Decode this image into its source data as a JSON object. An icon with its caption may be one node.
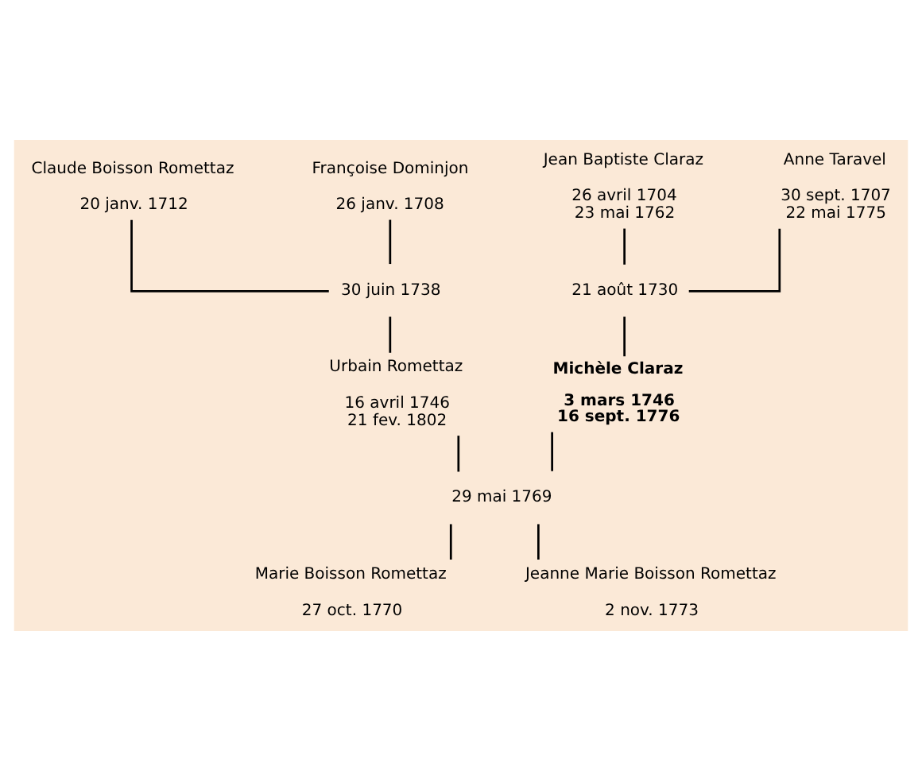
{
  "diagram": {
    "nodes": [
      {
        "text": [
          "Claude Boisson Romettaz",
          "20 janv. 1712"
        ]
      },
      {
        "text": [
          "Françoise Dominjon",
          "26 janv. 1708"
        ]
      },
      {
        "text": [
          "Jean Baptiste Claraz",
          "26 avril 1704",
          "23 mai 1762"
        ]
      },
      {
        "text": [
          "Anne Taravel",
          "30 sept. 1707",
          "22 mai 1775"
        ]
      },
      {
        "text": [
          "30 juin 1738"
        ]
      },
      {
        "text": [
          "21 août 1730"
        ]
      },
      {
        "text": [
          "Urbain Romettaz",
          "16 avril 1746",
          "21 fev. 1802"
        ]
      },
      {
        "text": [
          "Michèle Claraz",
          "3 mars 1746",
          "16 sept. 1776"
        ]
      },
      {
        "text": [
          "29 mai 1769"
        ]
      },
      {
        "text": [
          "Marie Boisson Romettaz",
          "27 oct. 1770"
        ]
      },
      {
        "text": [
          "Jeanne Marie Boisson Romettaz",
          "2 nov. 1773"
        ]
      }
    ],
    "edges": [
      {
        "from": 0,
        "to": 4,
        "arrow": "none"
      },
      {
        "from": 1,
        "to": 4,
        "arrow": "none"
      },
      {
        "from": 4,
        "to": 6,
        "arrow": "none"
      },
      {
        "from": 2,
        "to": 5,
        "arrow": "none"
      },
      {
        "from": 3,
        "to": 5,
        "arrow": "none"
      },
      {
        "from": 5,
        "to": 7,
        "arrow": "none"
      },
      {
        "from": 6,
        "to": 8,
        "arrow": "none"
      },
      {
        "from": 7,
        "to": 8,
        "arrow": "none"
      },
      {
        "from": 8,
        "to": 9,
        "arrow": "none"
      },
      {
        "from": 8,
        "to": 10,
        "arrow": "none"
      }
    ]
  }
}
